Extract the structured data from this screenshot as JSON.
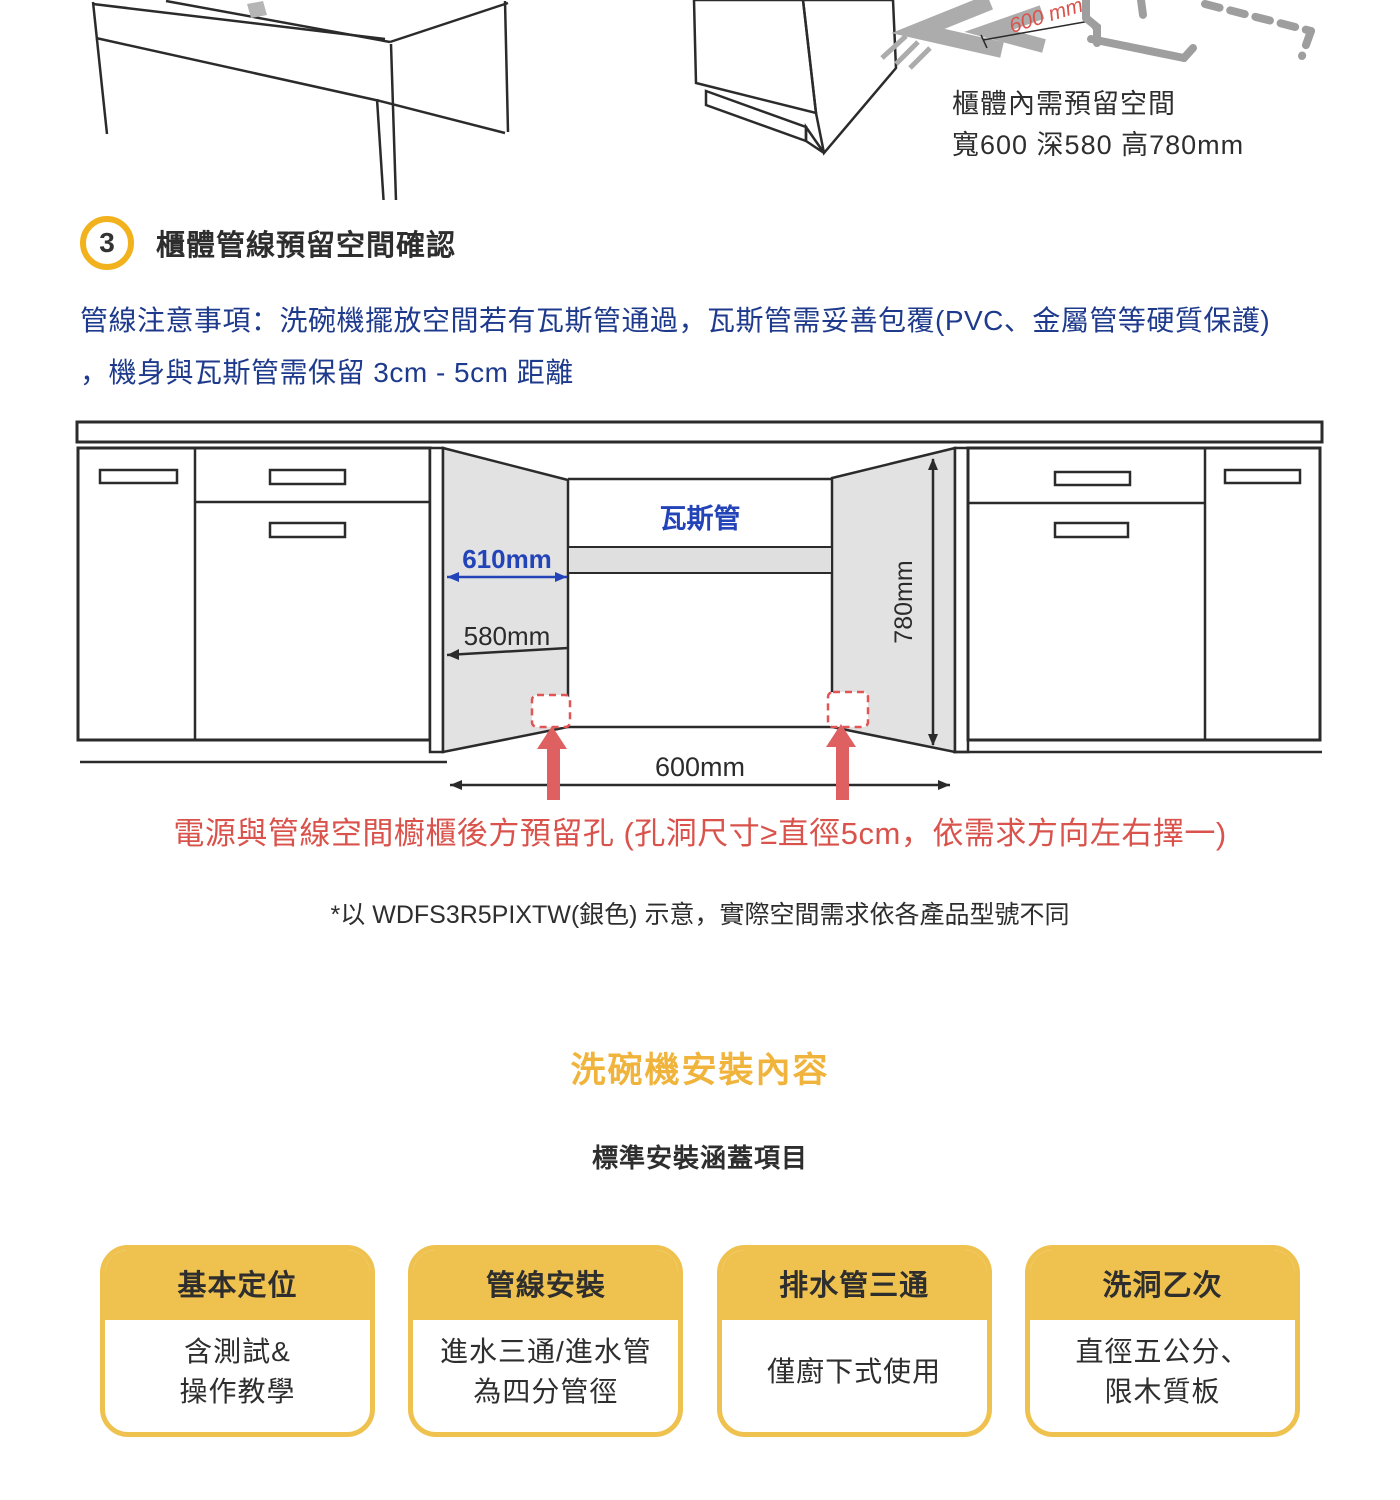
{
  "colors": {
    "accent_yellow": "#EFC24F",
    "badge_yellow": "#F2B21D",
    "title_yellow": "#F0B43C",
    "caption_red": "#D9534C",
    "arrow_red": "#DF6060",
    "dim_blue": "#2343B8",
    "navy": "#1E3A8C",
    "ink": "#2B2B2B",
    "gray_fill": "#E2E2E2",
    "gray_arrow": "#ACACAC"
  },
  "top_figures": {
    "dim_label": "600 mm",
    "reserve_note": "櫃體內需預留空間\n寬600 深580 高780mm"
  },
  "step": {
    "number": "3",
    "title": "櫃體管線預留空間確認"
  },
  "notice": {
    "text": "管線注意事項：洗碗機擺放空間若有瓦斯管通過，瓦斯管需妥善包覆(PVC、金屬管等硬質保護)\n，機身與瓦斯管需保留 3cm - 5cm 距離"
  },
  "diagram": {
    "labels": {
      "gas_pipe": "瓦斯管",
      "niche_width": "610mm",
      "niche_depth": "580mm",
      "niche_height": "780mm",
      "opening_width": "600mm"
    },
    "caption": "電源與管線空間櫥櫃後方預留孔 (孔洞尺寸≥直徑5cm，依需求方向左右擇一)",
    "footnote": "*以 WDFS3R5PIXTW(銀色) 示意，實際空間需求依各產品型號不同"
  },
  "install": {
    "title": "洗碗機安裝內容",
    "subtitle": "標準安裝涵蓋項目",
    "cards": [
      {
        "header": "基本定位",
        "body": "含測試&\n操作教學"
      },
      {
        "header": "管線安裝",
        "body": "進水三通/進水管\n為四分管徑"
      },
      {
        "header": "排水管三通",
        "body": "僅廚下式使用"
      },
      {
        "header": "洗洞乙次",
        "body": "直徑五公分、\n限木質板"
      }
    ]
  }
}
